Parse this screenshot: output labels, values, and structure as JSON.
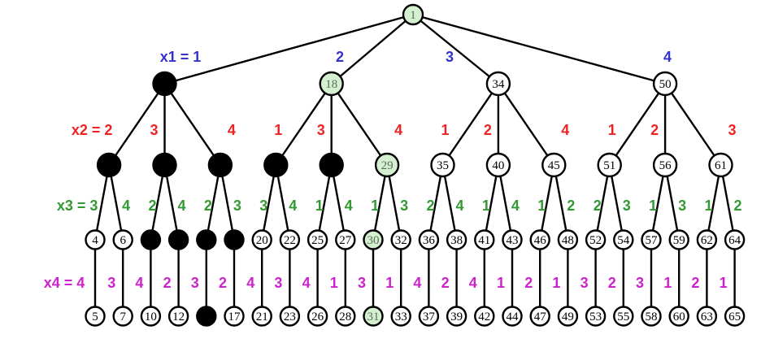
{
  "title": "Search tree for variable assignment x1..x4",
  "colors": {
    "x1": "#3333cc",
    "x2": "#ee2222",
    "x3": "#339933",
    "x4": "#cc22cc",
    "highlight_fill": "#d4f0d0",
    "highlight_text": "#5a6e5a",
    "pruned_fill": "#000000",
    "normal_fill": "#ffffff",
    "normal_text": "#000000"
  },
  "level_labels": {
    "x1": "x1 = ",
    "x2": "x2 = ",
    "x3": "x3 = ",
    "x4": "x4 = "
  },
  "tree": {
    "id": "1",
    "state": "highlight",
    "children": [
      {
        "edge": "1",
        "id": "",
        "state": "pruned",
        "children": [
          {
            "edge": "2",
            "id": "",
            "state": "pruned",
            "children": [
              {
                "edge": "3",
                "id": "4",
                "state": "normal",
                "children": [
                  {
                    "edge": "4",
                    "id": "5",
                    "state": "normal"
                  }
                ]
              },
              {
                "edge": "4",
                "id": "6",
                "state": "normal",
                "children": [
                  {
                    "edge": "3",
                    "id": "7",
                    "state": "normal"
                  }
                ]
              }
            ]
          },
          {
            "edge": "3",
            "id": "",
            "state": "pruned",
            "children": [
              {
                "edge": "2",
                "id": "",
                "state": "pruned",
                "children": [
                  {
                    "edge": "4",
                    "id": "10",
                    "state": "normal"
                  }
                ]
              },
              {
                "edge": "4",
                "id": "",
                "state": "pruned",
                "children": [
                  {
                    "edge": "2",
                    "id": "12",
                    "state": "normal"
                  }
                ]
              }
            ]
          },
          {
            "edge": "4",
            "id": "",
            "state": "pruned",
            "children": [
              {
                "edge": "2",
                "id": "",
                "state": "pruned",
                "children": [
                  {
                    "edge": "3",
                    "id": "",
                    "state": "pruned"
                  }
                ]
              },
              {
                "edge": "3",
                "id": "",
                "state": "pruned",
                "children": [
                  {
                    "edge": "2",
                    "id": "17",
                    "state": "normal"
                  }
                ]
              }
            ]
          }
        ]
      },
      {
        "edge": "2",
        "id": "18",
        "state": "highlight",
        "children": [
          {
            "edge": "1",
            "id": "",
            "state": "pruned",
            "children": [
              {
                "edge": "3",
                "id": "20",
                "state": "normal",
                "children": [
                  {
                    "edge": "4",
                    "id": "21",
                    "state": "normal"
                  }
                ]
              },
              {
                "edge": "4",
                "id": "22",
                "state": "normal",
                "children": [
                  {
                    "edge": "3",
                    "id": "23",
                    "state": "normal"
                  }
                ]
              }
            ]
          },
          {
            "edge": "3",
            "id": "",
            "state": "pruned",
            "children": [
              {
                "edge": "1",
                "id": "25",
                "state": "normal",
                "children": [
                  {
                    "edge": "4",
                    "id": "26",
                    "state": "normal"
                  }
                ]
              },
              {
                "edge": "4",
                "id": "27",
                "state": "normal",
                "children": [
                  {
                    "edge": "1",
                    "id": "28",
                    "state": "normal"
                  }
                ]
              }
            ]
          },
          {
            "edge": "4",
            "id": "29",
            "state": "highlight",
            "children": [
              {
                "edge": "1",
                "id": "30",
                "state": "highlight",
                "children": [
                  {
                    "edge": "3",
                    "id": "31",
                    "state": "highlight"
                  }
                ]
              },
              {
                "edge": "3",
                "id": "32",
                "state": "normal",
                "children": [
                  {
                    "edge": "1",
                    "id": "33",
                    "state": "normal"
                  }
                ]
              }
            ]
          }
        ]
      },
      {
        "edge": "3",
        "id": "34",
        "state": "normal",
        "children": [
          {
            "edge": "1",
            "id": "35",
            "state": "normal",
            "children": [
              {
                "edge": "2",
                "id": "36",
                "state": "normal",
                "children": [
                  {
                    "edge": "4",
                    "id": "37",
                    "state": "normal"
                  }
                ]
              },
              {
                "edge": "4",
                "id": "38",
                "state": "normal",
                "children": [
                  {
                    "edge": "2",
                    "id": "39",
                    "state": "normal"
                  }
                ]
              }
            ]
          },
          {
            "edge": "2",
            "id": "40",
            "state": "normal",
            "children": [
              {
                "edge": "1",
                "id": "41",
                "state": "normal",
                "children": [
                  {
                    "edge": "4",
                    "id": "42",
                    "state": "normal"
                  }
                ]
              },
              {
                "edge": "4",
                "id": "43",
                "state": "normal",
                "children": [
                  {
                    "edge": "1",
                    "id": "44",
                    "state": "normal"
                  }
                ]
              }
            ]
          },
          {
            "edge": "4",
            "id": "45",
            "state": "normal",
            "children": [
              {
                "edge": "1",
                "id": "46",
                "state": "normal",
                "children": [
                  {
                    "edge": "2",
                    "id": "47",
                    "state": "normal"
                  }
                ]
              },
              {
                "edge": "2",
                "id": "48",
                "state": "normal",
                "children": [
                  {
                    "edge": "1",
                    "id": "49",
                    "state": "normal"
                  }
                ]
              }
            ]
          }
        ]
      },
      {
        "edge": "4",
        "id": "50",
        "state": "normal",
        "children": [
          {
            "edge": "1",
            "id": "51",
            "state": "normal",
            "children": [
              {
                "edge": "2",
                "id": "52",
                "state": "normal",
                "children": [
                  {
                    "edge": "3",
                    "id": "53",
                    "state": "normal"
                  }
                ]
              },
              {
                "edge": "3",
                "id": "54",
                "state": "normal",
                "children": [
                  {
                    "edge": "2",
                    "id": "55",
                    "state": "normal"
                  }
                ]
              }
            ]
          },
          {
            "edge": "2",
            "id": "56",
            "state": "normal",
            "children": [
              {
                "edge": "1",
                "id": "57",
                "state": "normal",
                "children": [
                  {
                    "edge": "3",
                    "id": "58",
                    "state": "normal"
                  }
                ]
              },
              {
                "edge": "3",
                "id": "59",
                "state": "normal",
                "children": [
                  {
                    "edge": "1",
                    "id": "60",
                    "state": "normal"
                  }
                ]
              }
            ]
          },
          {
            "edge": "3",
            "id": "61",
            "state": "normal",
            "children": [
              {
                "edge": "1",
                "id": "62",
                "state": "normal",
                "children": [
                  {
                    "edge": "2",
                    "id": "63",
                    "state": "normal"
                  }
                ]
              },
              {
                "edge": "2",
                "id": "64",
                "state": "normal",
                "children": [
                  {
                    "edge": "1",
                    "id": "65",
                    "state": "normal"
                  }
                ]
              }
            ]
          }
        ]
      }
    ]
  }
}
